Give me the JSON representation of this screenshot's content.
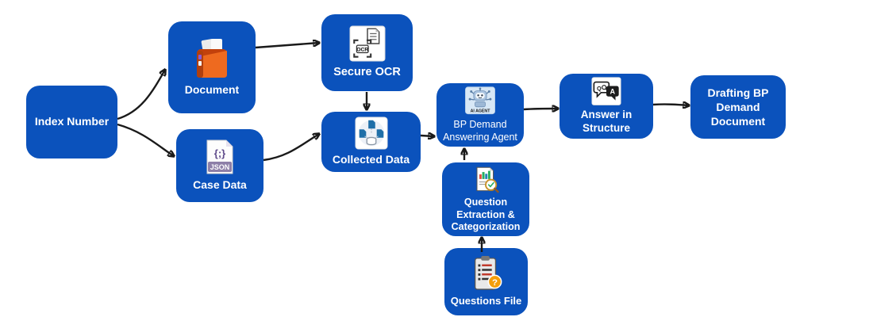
{
  "canvas": {
    "background_color": "#ffffff",
    "node_color": "#0B52BC",
    "node_text_color": "#ffffff",
    "connector_color": "#1a1a1a"
  },
  "nodes": [
    {
      "id": "index-number",
      "label": "Index Number"
    },
    {
      "id": "document",
      "label": "Document",
      "icon": "folder-icon"
    },
    {
      "id": "case-data",
      "label": "Case Data",
      "icon": "json-file-icon",
      "icon_brace": "{;}",
      "icon_badge": "JSON"
    },
    {
      "id": "secure-ocr",
      "label": "Secure OCR",
      "icon": "ocr-scan-icon",
      "icon_text": "OCR"
    },
    {
      "id": "collected-data",
      "label": "Collected Data",
      "icon": "data-collection-icon"
    },
    {
      "id": "bp-demand-answering-agent",
      "label": "BP Demand Answering Agent",
      "icon": "ai-agent-robot-icon",
      "icon_text": "AI AGENT"
    },
    {
      "id": "question-extraction-categorization",
      "label": "Question Extraction & Categorization",
      "icon": "report-magnifier-icon"
    },
    {
      "id": "questions-file",
      "label": "Questions File",
      "icon": "question-checklist-icon",
      "icon_text": "?"
    },
    {
      "id": "answer-in-structure",
      "label": "Answer in Structure",
      "icon": "question-answer-bubbles-icon",
      "icon_q": "Q",
      "icon_a": "A"
    },
    {
      "id": "drafting-bp-demand-document",
      "label": "Drafting BP Demand Document"
    }
  ],
  "edges": [
    {
      "from": "index-number",
      "to": "document"
    },
    {
      "from": "index-number",
      "to": "case-data"
    },
    {
      "from": "document",
      "to": "secure-ocr"
    },
    {
      "from": "case-data",
      "to": "collected-data"
    },
    {
      "from": "secure-ocr",
      "to": "collected-data"
    },
    {
      "from": "collected-data",
      "to": "bp-demand-answering-agent"
    },
    {
      "from": "questions-file",
      "to": "question-extraction-categorization"
    },
    {
      "from": "question-extraction-categorization",
      "to": "bp-demand-answering-agent"
    },
    {
      "from": "bp-demand-answering-agent",
      "to": "answer-in-structure"
    },
    {
      "from": "answer-in-structure",
      "to": "drafting-bp-demand-document"
    }
  ]
}
